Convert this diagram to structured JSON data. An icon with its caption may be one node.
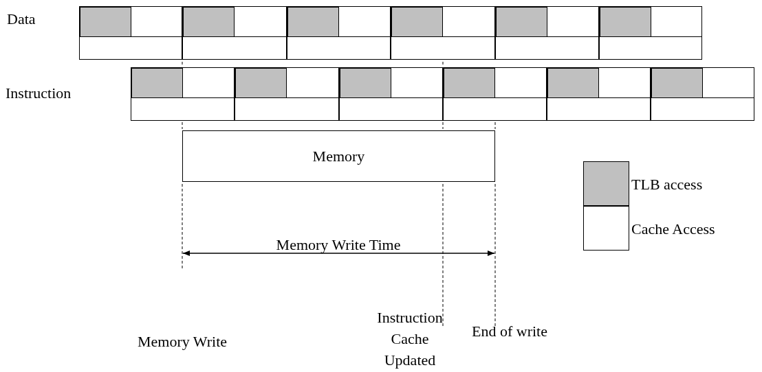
{
  "diagram": {
    "nodes": [
      {
        "text": [],
        "shape": "box"
      },
      {
        "text": [],
        "shape": "box",
        "in": 0
      },
      {
        "text": [],
        "shape": "box"
      },
      {
        "text": [],
        "shape": "box",
        "in": 2
      },
      {
        "text": [],
        "shape": "box"
      },
      {
        "text": [],
        "shape": "box",
        "in": 4
      },
      {
        "text": [],
        "shape": "box"
      },
      {
        "text": [],
        "shape": "box",
        "in": 6
      },
      {
        "text": [],
        "shape": "box"
      },
      {
        "text": [],
        "shape": "box",
        "in": 8
      },
      {
        "text": [],
        "shape": "box"
      },
      {
        "text": [],
        "shape": "box",
        "in": 10
      },
      {
        "text": [],
        "shape": "box"
      },
      {
        "text": [],
        "shape": "box",
        "in": 12
      },
      {
        "text": [],
        "shape": "box"
      },
      {
        "text": [],
        "shape": "box",
        "in": 14
      },
      {
        "text": [],
        "shape": "box"
      },
      {
        "text": [],
        "shape": "box",
        "in": 16
      },
      {
        "text": [],
        "shape": "box"
      },
      {
        "text": [],
        "shape": "box",
        "in": 18
      },
      {
        "text": [],
        "shape": "box"
      },
      {
        "text": [],
        "shape": "box",
        "in": 20
      },
      {
        "text": [],
        "shape": "box"
      },
      {
        "text": [],
        "shape": "box",
        "in": 22
      },
      {
        "text": [
          "Memory"
        ]
      }
    ],
    "labels": [
      "Data",
      "Instruction",
      "Memory Write Time",
      "Instruction Cache Updated",
      "Memory Write",
      "End of write"
    ],
    "legend": [
      {
        "text": "TLB access",
        "color": "#c0c0c0"
      },
      {
        "text": "Cache Access",
        "color": "#ffffff"
      }
    ]
  }
}
